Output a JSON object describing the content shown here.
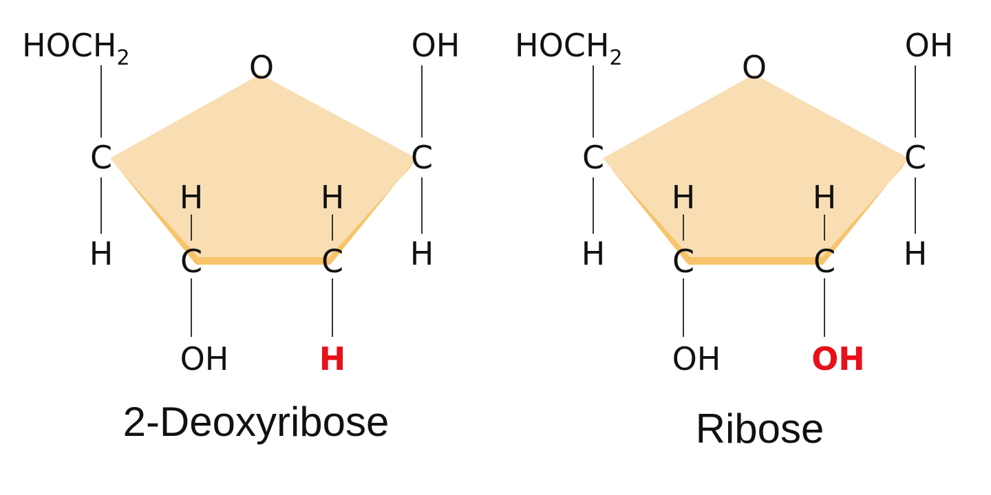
{
  "colors": {
    "ring_fill": "#F9DEB4",
    "ring_edge": "#F7C46C",
    "highlight": "#E8101A"
  },
  "molecules": [
    {
      "name": "2-Deoxyribose",
      "labels": {
        "hoch2": "HOCH",
        "hoch2_sub": "2",
        "o_ring": "O",
        "oh_top": "OH",
        "c1": "C",
        "c4": "C",
        "h_c1": "H",
        "h_c4": "H",
        "h_c2": "H",
        "h_c3": "H",
        "c2": "C",
        "c3": "C",
        "oh_c2": "OH",
        "sub_c3": "H"
      }
    },
    {
      "name": "Ribose",
      "labels": {
        "hoch2": "HOCH",
        "hoch2_sub": "2",
        "o_ring": "O",
        "oh_top": "OH",
        "c1": "C",
        "c4": "C",
        "h_c1": "H",
        "h_c4": "H",
        "h_c2": "H",
        "h_c3": "H",
        "c2": "C",
        "c3": "C",
        "oh_c2": "OH",
        "sub_c3": "OH"
      }
    }
  ]
}
